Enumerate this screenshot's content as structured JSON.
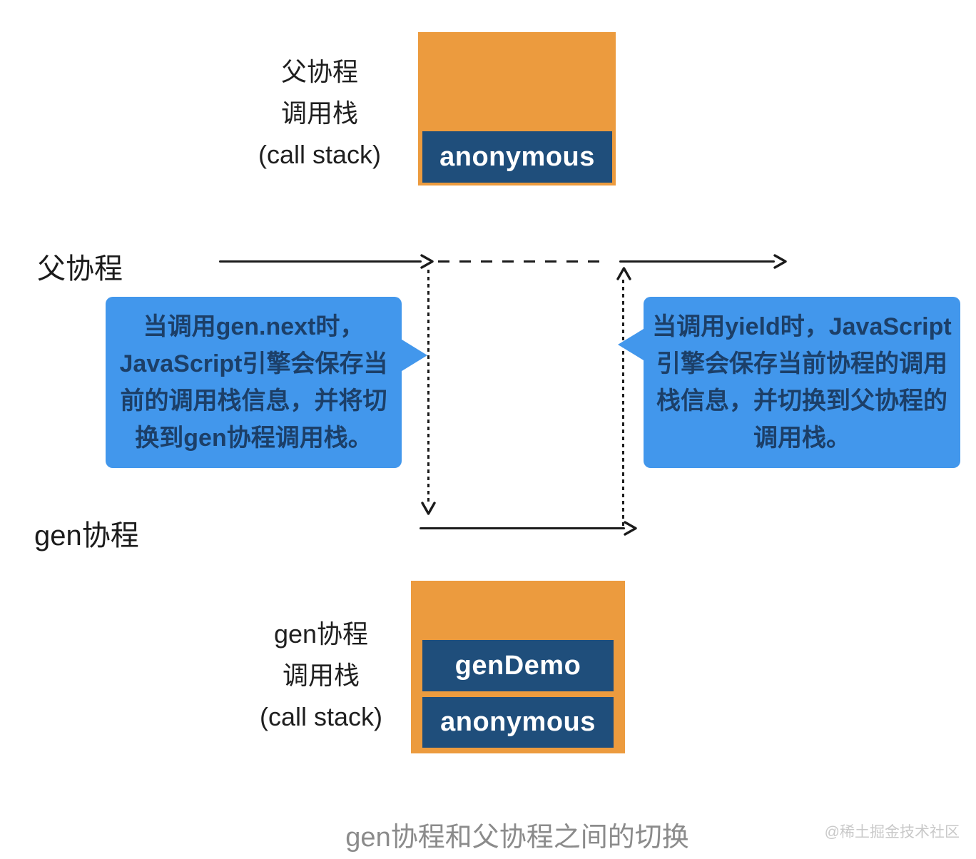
{
  "colors": {
    "orange": "#EC9B3E",
    "navy": "#1F4E7B",
    "bubble-blue": "#4297EC",
    "bubble-text": "#1C3F68",
    "ink": "#1B1B1B",
    "caption-gray": "#8B8B8B",
    "watermark-gray": "#C9C9C9",
    "bg": "#FFFFFF"
  },
  "parent_stack": {
    "label": [
      "父协程",
      "调用栈",
      "(call stack)"
    ],
    "frames": [
      "anonymous"
    ]
  },
  "timeline": {
    "parent_label": "父协程",
    "gen_label": "gen协程"
  },
  "bubbles": {
    "gen_next": {
      "lines": [
        "当调用gen.next时，",
        "JavaScript引擎会保存当",
        "前的调用栈信息，并将切",
        "换到gen协程调用栈。"
      ]
    },
    "yield": {
      "lines": [
        "当调用yield时，JavaScript",
        "引擎会保存当前协程的调用",
        "栈信息，并切换到父协程的",
        "调用栈。"
      ]
    }
  },
  "gen_stack": {
    "label": [
      "gen协程",
      "调用栈",
      "(call stack)"
    ],
    "frames": [
      "genDemo",
      "anonymous"
    ]
  },
  "footer": {
    "caption": "gen协程和父协程之间的切换",
    "watermark": "@稀土掘金技术社区"
  }
}
